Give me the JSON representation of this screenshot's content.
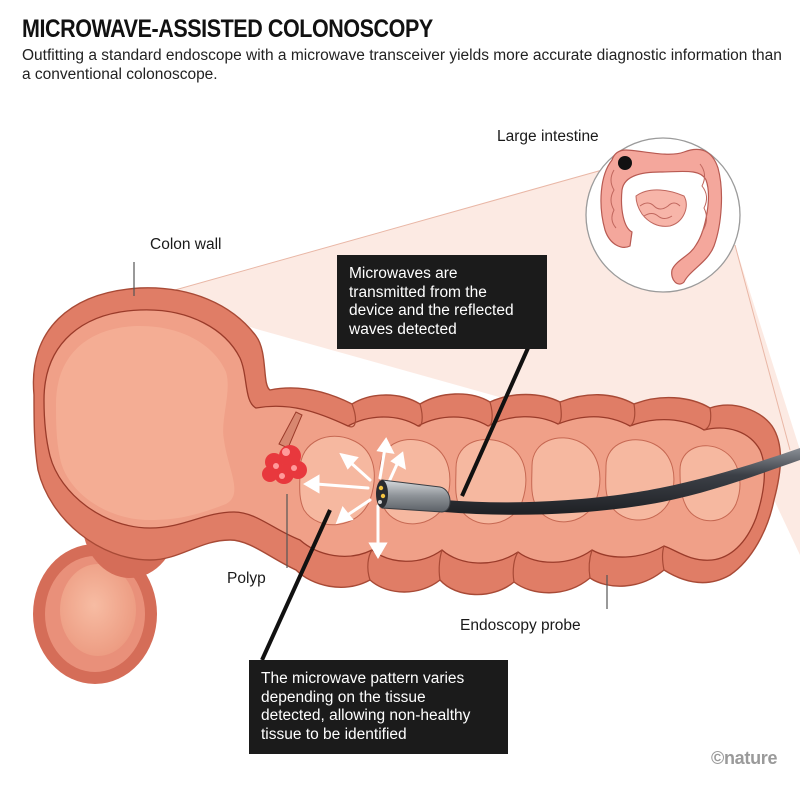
{
  "header": {
    "title": "MICROWAVE-ASSISTED COLONOSCOPY",
    "subtitle": "Outfitting a standard endoscope with a microwave transceiver yields more accurate diagnostic information than a conventional colonoscope."
  },
  "labels": {
    "large_intestine": "Large intestine",
    "colon_wall": "Colon wall",
    "polyp": "Polyp",
    "endoscopy_probe": "Endoscopy probe"
  },
  "callouts": {
    "microwaves": {
      "lines": [
        "Microwaves are",
        "transmitted from the",
        "device and the reflected",
        "waves detected"
      ]
    },
    "pattern": {
      "lines": [
        "The microwave pattern varies",
        "depending on the tissue",
        "detected, allowing non-healthy",
        "tissue to be identified"
      ]
    }
  },
  "credit": "©nature",
  "colors": {
    "tissue_outer": "#e07d66",
    "tissue_inner": "#f2a58a",
    "tissue_light": "#f7c0a8",
    "wall_line": "#9a3b2a",
    "polyp": "#e8383d",
    "probe": "#4a4e55",
    "callout_bg": "#1b1b1b",
    "highlight_cone": "#fbe4dc"
  }
}
